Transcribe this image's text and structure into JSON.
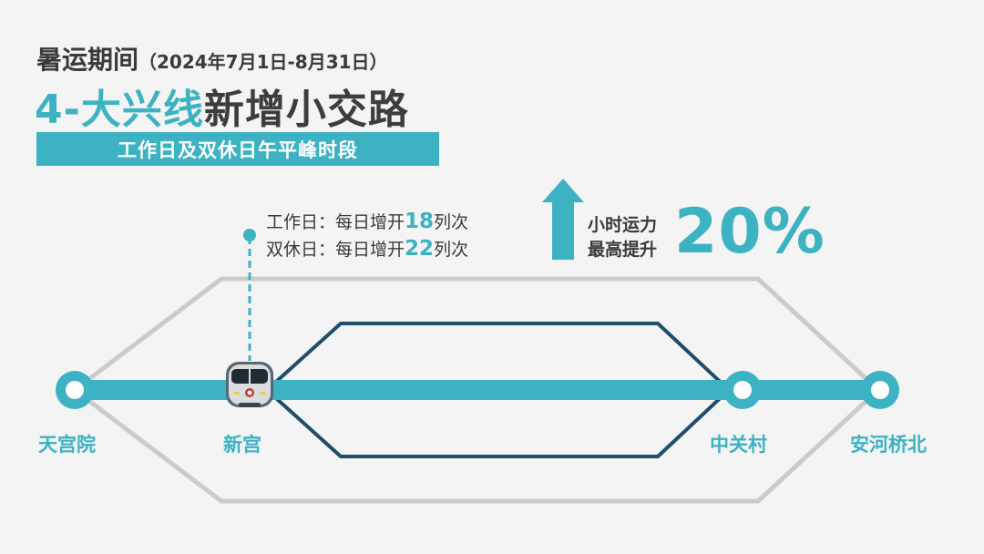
{
  "header": {
    "period": "暑运期间",
    "dates": "（2024年7月1日-8月31日）",
    "title_highlight": "4-大兴线",
    "title_rest": "新增小交路",
    "banner": "工作日及双休日午平峰时段"
  },
  "info": {
    "weekday_prefix": "工作日：每日增开",
    "weekday_count": "18",
    "weekday_suffix": "列次",
    "weekend_prefix": "双休日：每日增开",
    "weekend_count": "22",
    "weekend_suffix": "列次"
  },
  "capacity": {
    "label_line1": "小时运力",
    "label_line2": "最高提升",
    "value": "20%"
  },
  "stations": [
    "天宫院",
    "新宫",
    "中关村",
    "安河桥北"
  ],
  "colors": {
    "accent": "#3cb2c3",
    "dark_route": "#1d4e6b",
    "grey_route": "#c9c9c9",
    "text": "#3a3a3a"
  }
}
